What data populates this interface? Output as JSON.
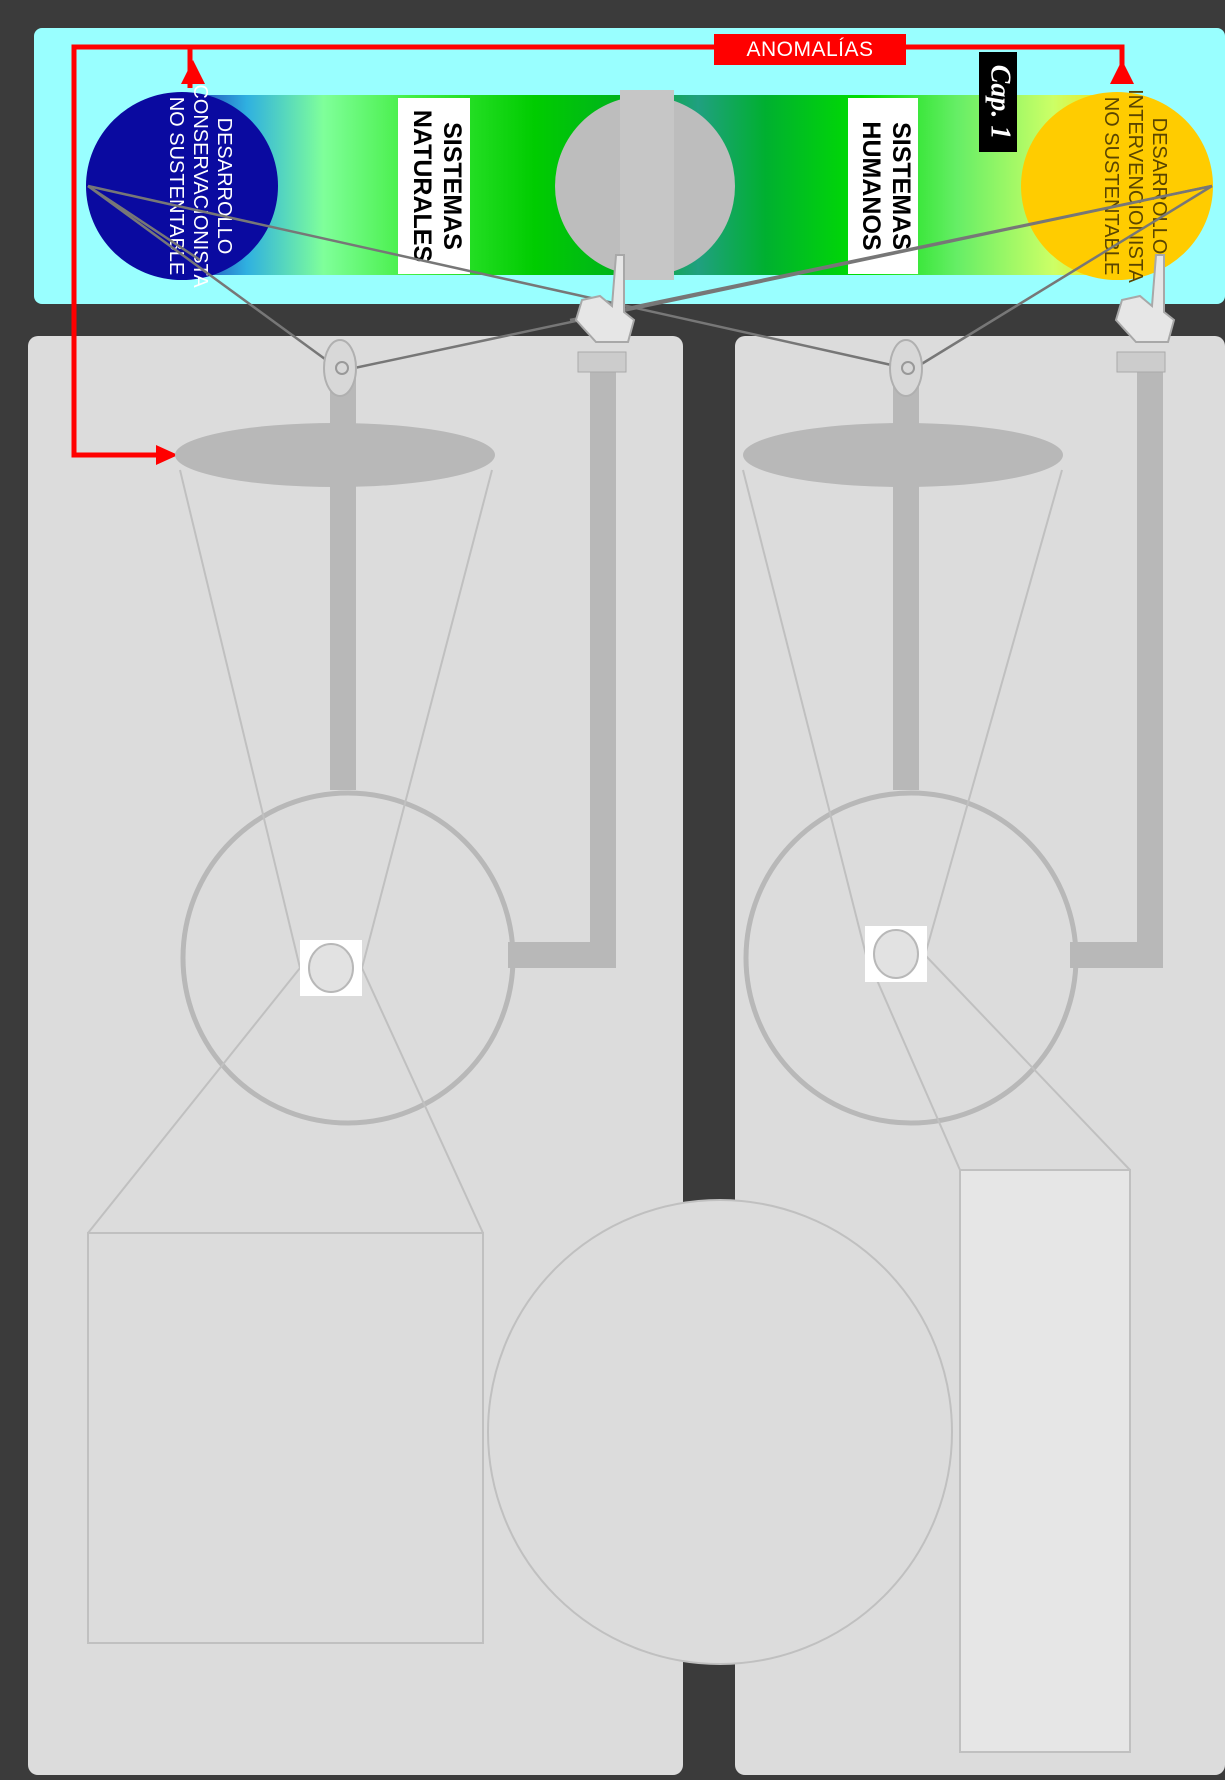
{
  "diagram": {
    "anomalies_label": "ANOMALÍAS",
    "chapter_tag": "Cap. 1",
    "left_pole": {
      "lines": [
        "DESARROLLO",
        "CONSERVACIONISTA",
        "NO SUSTENTABLE"
      ],
      "color": "#0a0aa0",
      "text_color": "#ffffff"
    },
    "natural_systems": {
      "lines": [
        "SISTEMAS",
        "NATURALES"
      ]
    },
    "human_systems": {
      "lines": [
        "SISTEMAS",
        "HUMANOS"
      ]
    },
    "right_pole": {
      "lines": [
        "DESARROLLO",
        "INTERVENCIONISTA",
        "NO SUSTENTABLE"
      ],
      "color": "#ffcc00",
      "text_color": "#5a4500"
    },
    "colors": {
      "frame": "#3b3b3b",
      "top_band": "#99ffff",
      "panel": "#dcdcdc",
      "structure_gray": "#b8b8b8",
      "arrow_red": "#ff0000",
      "spectrum_green": "#00cc00"
    }
  }
}
